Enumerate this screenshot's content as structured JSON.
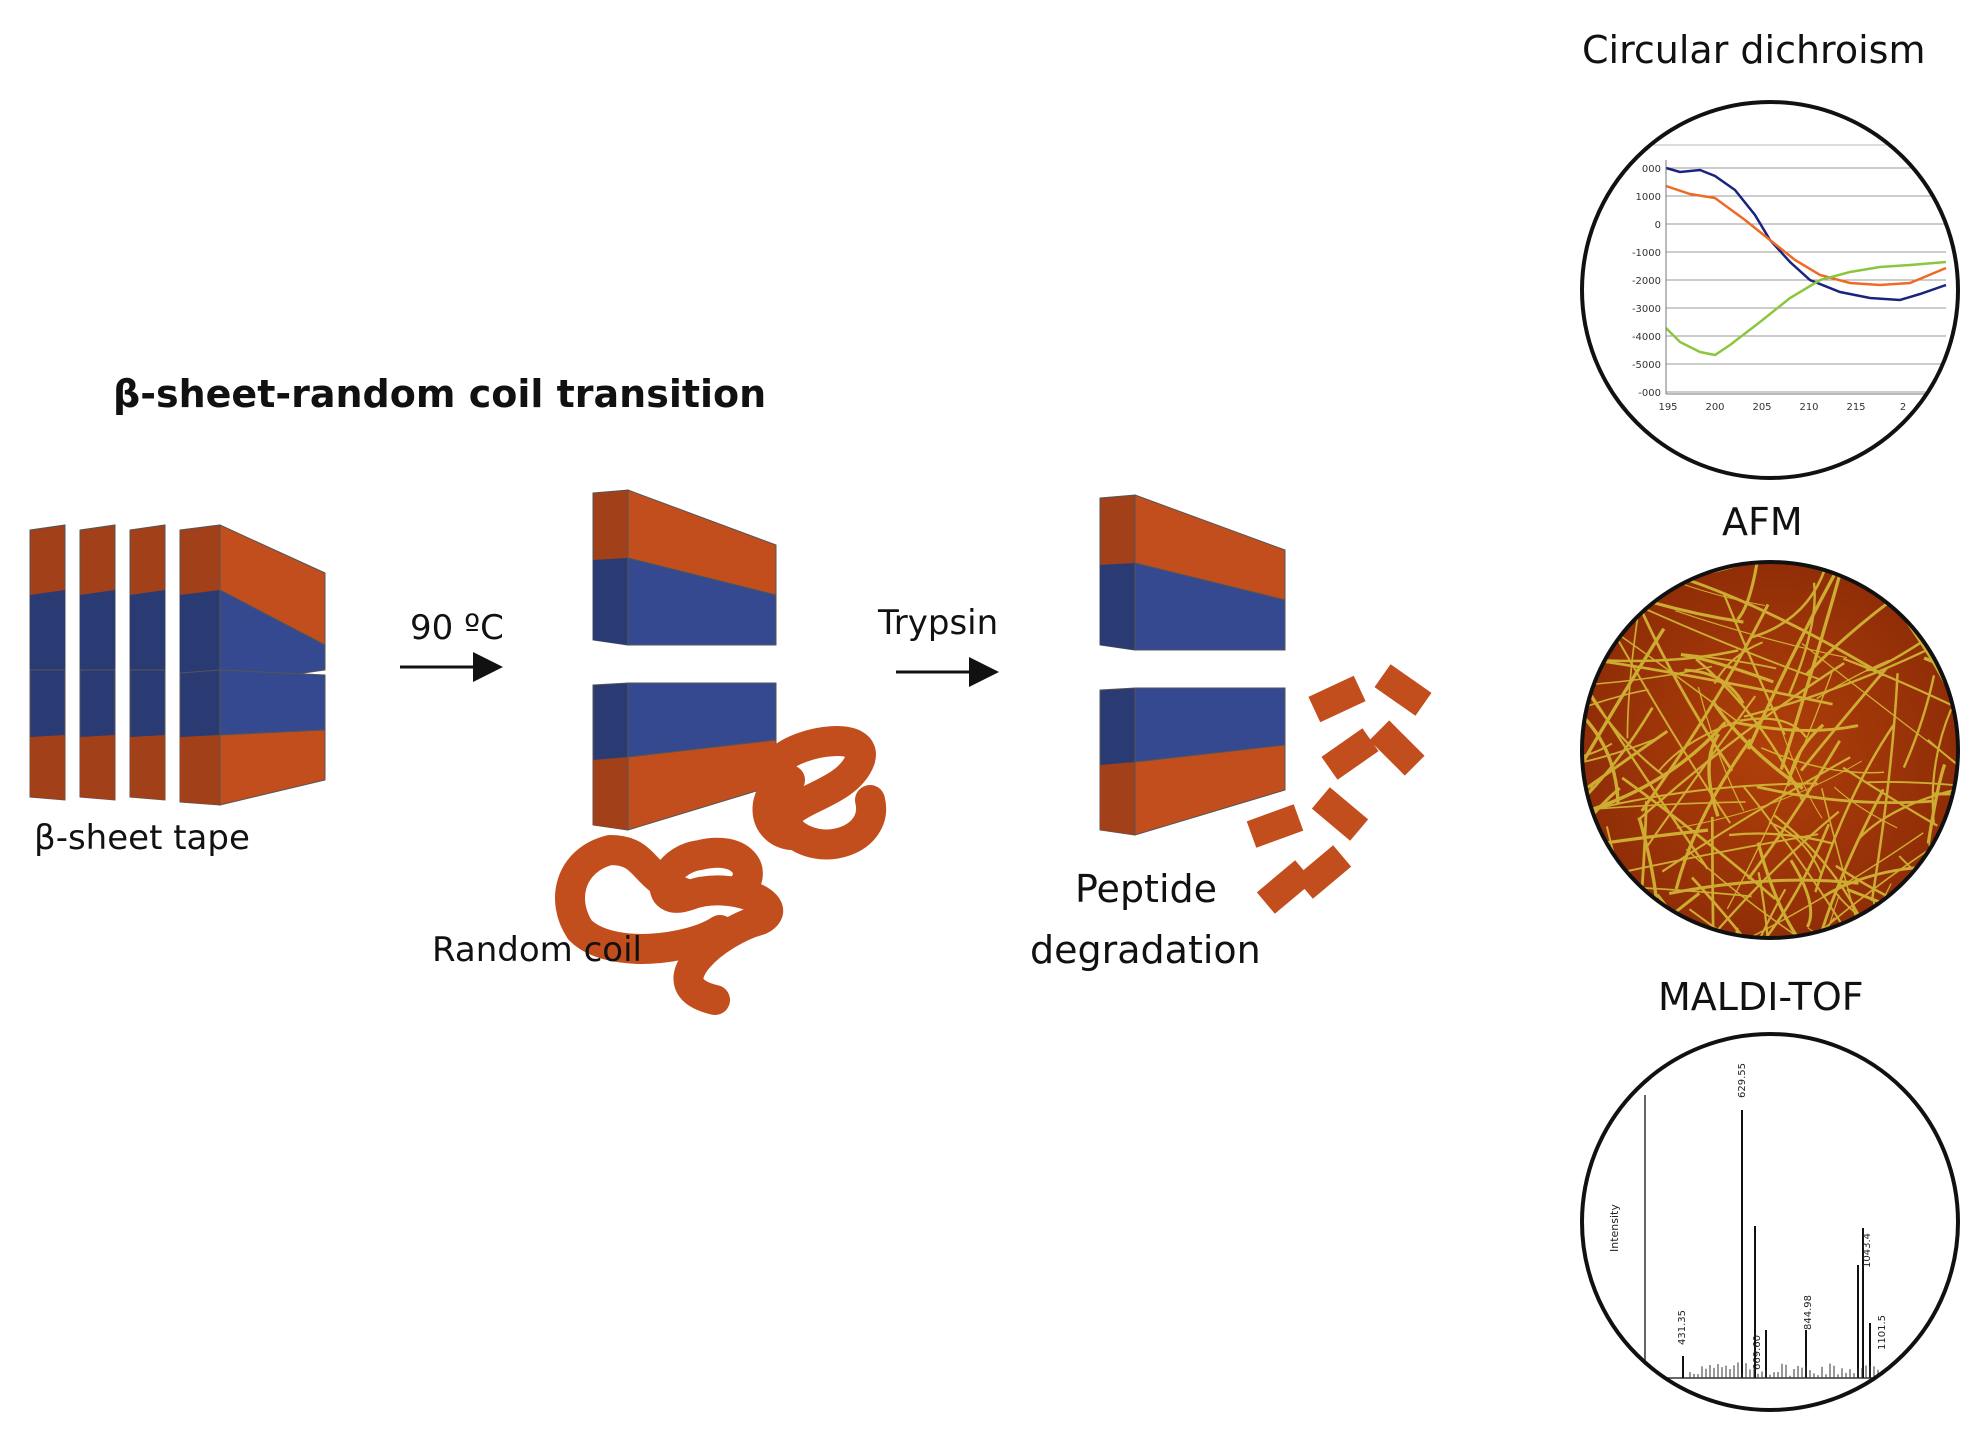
{
  "title": "β-sheet-random coil transition",
  "labels": {
    "tape": "β-sheet tape",
    "heat": "90 ºC",
    "trypsin": "Trypsin",
    "random_coil": "Random coil",
    "peptide_line1": "Peptide",
    "peptide_line2": "degradation"
  },
  "panels": {
    "cd": {
      "title": "Circular dichroism",
      "y_ticks": [
        "000",
        "1000",
        "0",
        "-1000",
        "-2000",
        "-3000",
        "-4000",
        "-5000",
        "-000"
      ],
      "x_ticks": [
        "195",
        "200",
        "205",
        "210",
        "215",
        "2"
      ],
      "series_colors": [
        "#1a237e",
        "#ee6a25",
        "#8cc63f"
      ]
    },
    "afm": {
      "title": "AFM"
    },
    "maldi": {
      "title": "MALDI-TOF",
      "ylabel": "Intensity",
      "peak_labels": [
        "431.35",
        "629.55",
        "669.60",
        "844.98",
        "1043.4",
        "1101.5"
      ]
    }
  },
  "colors": {
    "orange": "#c24e1e",
    "orange_dark": "#a24019",
    "blue": "#34498f",
    "blue_dark": "#2a3a72"
  }
}
